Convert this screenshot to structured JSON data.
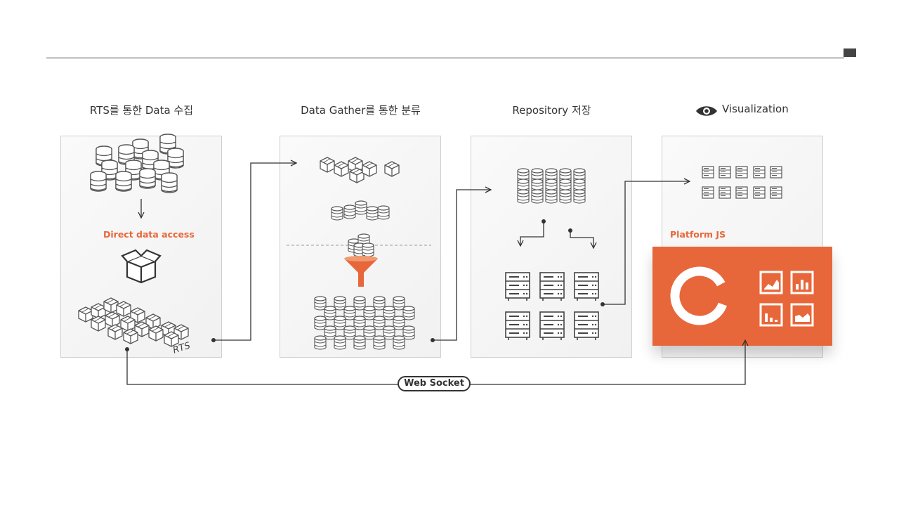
{
  "columns": [
    {
      "title": "RTS를 통한 Data 수집"
    },
    {
      "title": "Data Gather를 통한 분류"
    },
    {
      "title": "Repository 저장"
    },
    {
      "title": "Visualization"
    }
  ],
  "labels": {
    "direct_access": "Direct data access",
    "rts": "RTS",
    "platform_js": "Platform JS",
    "web_socket": "Web Socket"
  },
  "colors": {
    "accent": "#e8673a",
    "line": "#333333",
    "panel_border": "#cfcfcf"
  }
}
